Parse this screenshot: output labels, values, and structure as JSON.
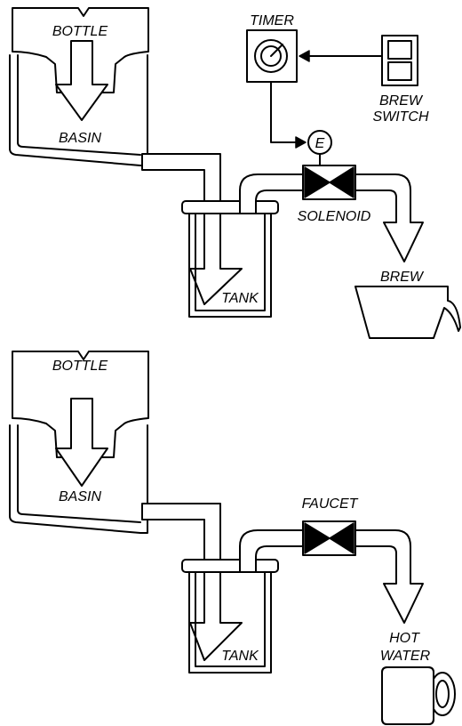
{
  "top_system": {
    "bottle_label": "BOTTLE",
    "basin_label": "BASIN",
    "tank_label": "TANK",
    "timer_label": "TIMER",
    "switch_label_line1": "BREW",
    "switch_label_line2": "SWITCH",
    "electric_label": "E",
    "solenoid_label": "SOLENOID",
    "output_label": "BREW"
  },
  "bottom_system": {
    "bottle_label": "BOTTLE",
    "basin_label": "BASIN",
    "tank_label": "TANK",
    "faucet_label": "FAUCET",
    "output_label_line1": "HOT",
    "output_label_line2": "WATER"
  }
}
